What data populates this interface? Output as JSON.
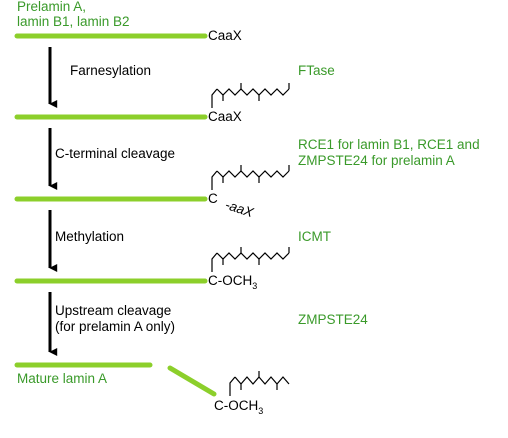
{
  "colors": {
    "rod": "#8ccf2b",
    "green_text": "#3a9a2a",
    "arrow": "#000000",
    "text": "#000000"
  },
  "labels": {
    "substrates": [
      "Prelamin A,",
      "lamin B1, lamin B2"
    ],
    "caax_1": "CaaX",
    "caax_2": "CaaX",
    "c_3": "C",
    "aax_3": "-aaX",
    "c_och3_4": "C-OCH",
    "c_och3_4_sub": "3",
    "mature": "Mature lamin A",
    "c_och3_5": "C-OCH",
    "c_och3_5_sub": "3"
  },
  "steps": [
    {
      "label": [
        "Farnesylation"
      ],
      "enzyme": [
        "FTase"
      ]
    },
    {
      "label": [
        "C-terminal cleavage"
      ],
      "enzyme": [
        "RCE1 for lamin B1, RCE1 and",
        "ZMPSTE24 for prelamin A"
      ]
    },
    {
      "label": [
        "Methylation"
      ],
      "enzyme": [
        "ICMT"
      ]
    },
    {
      "label": [
        "Upstream cleavage",
        "(for prelamin A only)"
      ],
      "enzyme": [
        "ZMPSTE24"
      ]
    }
  ]
}
